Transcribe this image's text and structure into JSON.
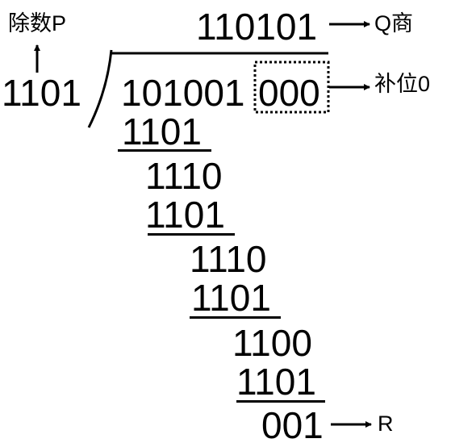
{
  "divisor_label": "除数P",
  "divisor": "1101",
  "quotient": "110101",
  "quotient_label": "Q商",
  "dividend": "101001",
  "padding_zeros": "000",
  "padding_label": "补位0",
  "steps": [
    {
      "subtrahend": "1101"
    },
    {
      "remainder": "1110",
      "subtrahend": "1101"
    },
    {
      "remainder": "1110",
      "subtrahend": "1101"
    },
    {
      "remainder": "1100",
      "subtrahend": "1101"
    }
  ],
  "final_remainder": "001",
  "remainder_label": "R"
}
